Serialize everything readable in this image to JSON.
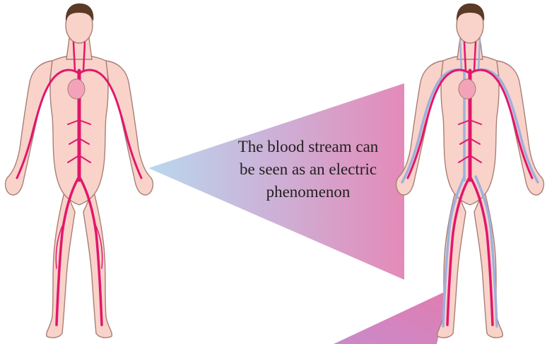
{
  "caption": {
    "lines": [
      "The blood stream can",
      "be seen as an electric",
      "phenomenon"
    ]
  },
  "figures": [
    {
      "name": "arterial-system-figure",
      "systems": [
        "arteries"
      ]
    },
    {
      "name": "arterial-venous-system-figure",
      "systems": [
        "arteries",
        "veins"
      ]
    }
  ],
  "colors": {
    "skin": "#f9d2c9",
    "skin_outline": "#a77f76",
    "hair": "#5b3a26",
    "artery": "#e0176b",
    "vein": "#9fb0dc",
    "beam_start": "#b9d8ee",
    "beam_end": "#e48ab8",
    "text": "#231f20"
  }
}
